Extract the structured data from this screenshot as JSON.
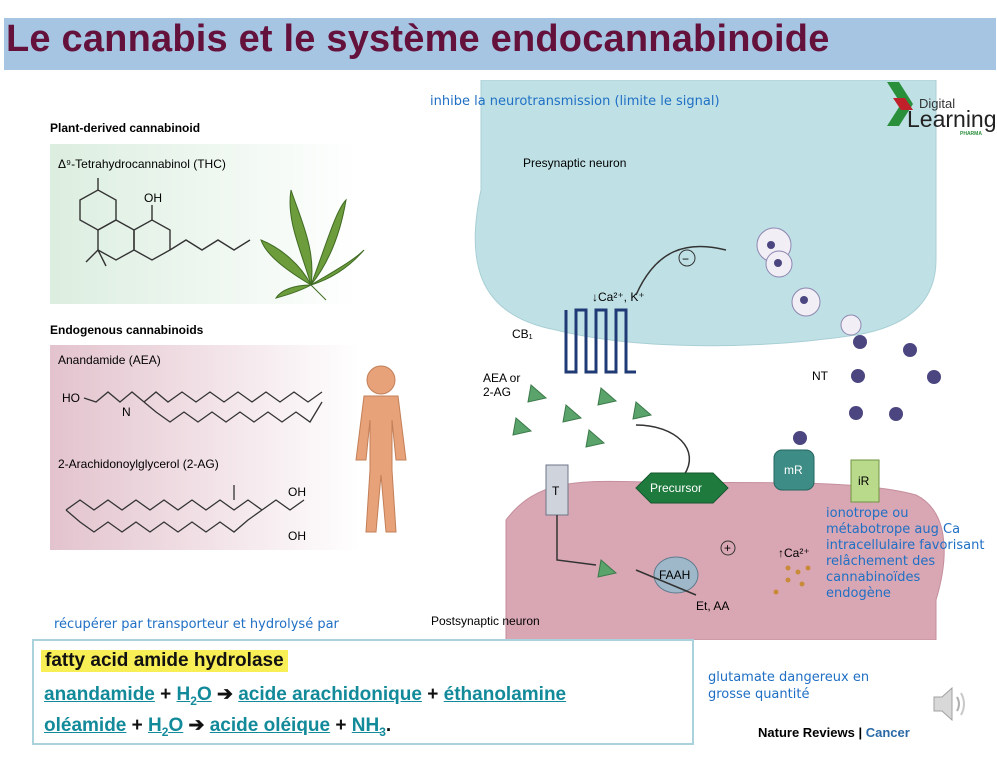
{
  "title": "Le cannabis et le système endocannabinoide",
  "figure": {
    "plant_header": "Plant-derived cannabinoid",
    "thc_label": "Δ⁹-Tetrahydrocannabinol (THC)",
    "oh_label": "OH",
    "endo_header": "Endogenous cannabinoids",
    "aea_label": "Anandamide (AEA)",
    "ho_label": "HO",
    "n_label": "N",
    "ag_label": "2-Arachidonoylglycerol (2-AG)",
    "oh2_label": "OH",
    "oh3_label": "OH",
    "presynaptic": "Presynaptic neuron",
    "postsynaptic": "Postsynaptic neuron",
    "ca_k": "↓Ca²⁺, K⁺",
    "cb1": "CB₁",
    "aea_or": "AEA or",
    "two_ag": "2-AG",
    "nt": "NT",
    "t_label": "T",
    "precursor": "Precursor",
    "mr": "mR",
    "ir": "iR",
    "faah": "FAAH",
    "et_aa": "Et, AA",
    "ca_up": "↑Ca²⁺",
    "minus": "−",
    "plus": "+",
    "credit_nr": "Nature Reviews",
    "credit_sep": " | ",
    "credit_cancer": "Cancer"
  },
  "annotations": {
    "top": "inhibe la neurotransmission (limite le signal)",
    "right_lines": [
      "ionotrope ou",
      "métabotrope aug Ca",
      "intracellulaire favorisant",
      "relâchement des",
      "cannabinoïdes",
      "endogène"
    ],
    "bottom_left": "récupérer par transporteur et hydrolysé par",
    "glutamate_lines": [
      "glutamate dangereux en",
      "grosse quantité"
    ]
  },
  "logo": {
    "line1": "Digital",
    "line2": "Learning",
    "line3": "PHARMA"
  },
  "box": {
    "enzyme": "fatty acid amide hydrolase",
    "eq1": {
      "a": "anandamide",
      "plus1": "+",
      "b": "H",
      "b_sub": "2",
      "b_end": "O",
      "arrow": "➔",
      "c": "acide arachidonique",
      "plus2": "+",
      "d": "éthanolamine"
    },
    "eq2": {
      "a": "oléamide",
      "plus1": "+",
      "b": "H",
      "b_sub": "2",
      "b_end": "O",
      "arrow": "➔",
      "c": "acide oléique",
      "plus2": "+",
      "d": "NH",
      "d_sub": "3",
      "end": "."
    }
  },
  "colors": {
    "title_bg": "#a6c5e2",
    "title_text": "#64113c",
    "annotation_blue": "#1f6fc4",
    "link_teal": "#128a9a",
    "highlight": "#f8ee56",
    "box_border": "#a9d2dc"
  },
  "icons": [
    "speaker-icon",
    "cannabis-leaf-icon",
    "human-figure-icon",
    "digital-learning-logo"
  ]
}
